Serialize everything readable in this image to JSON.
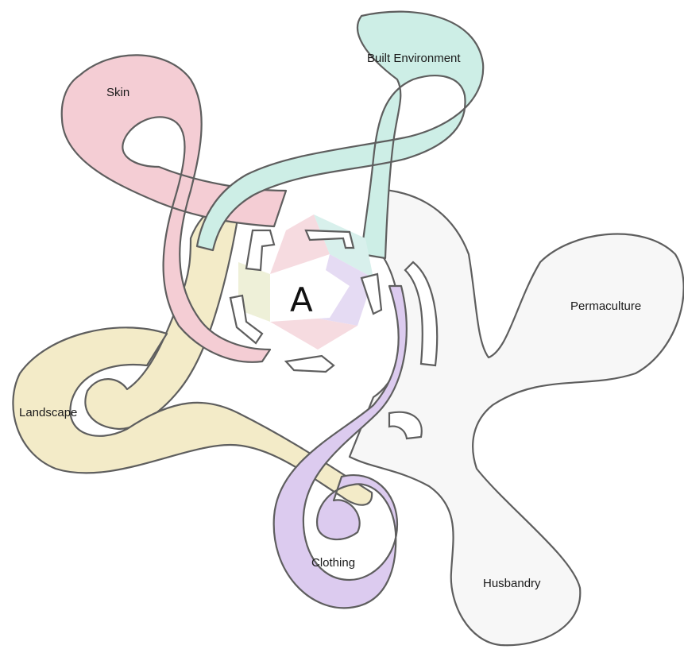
{
  "center_label": "A",
  "colors": {
    "skin": "#f4cdd4",
    "built": "#cdeee6",
    "landscape": "#f3ebc8",
    "clothing": "#dccbef",
    "permaculture": "#f7f7f7",
    "husbandry": "#f7f7f7",
    "outline": "#5e5e5e"
  },
  "nodes": [
    {
      "id": "skin",
      "label": "Skin"
    },
    {
      "id": "built",
      "label": "Built Environment"
    },
    {
      "id": "permaculture",
      "label": "Permaculture"
    },
    {
      "id": "landscape",
      "label": "Landscape"
    },
    {
      "id": "clothing",
      "label": "Clothing"
    },
    {
      "id": "husbandry",
      "label": "Husbandry"
    }
  ]
}
